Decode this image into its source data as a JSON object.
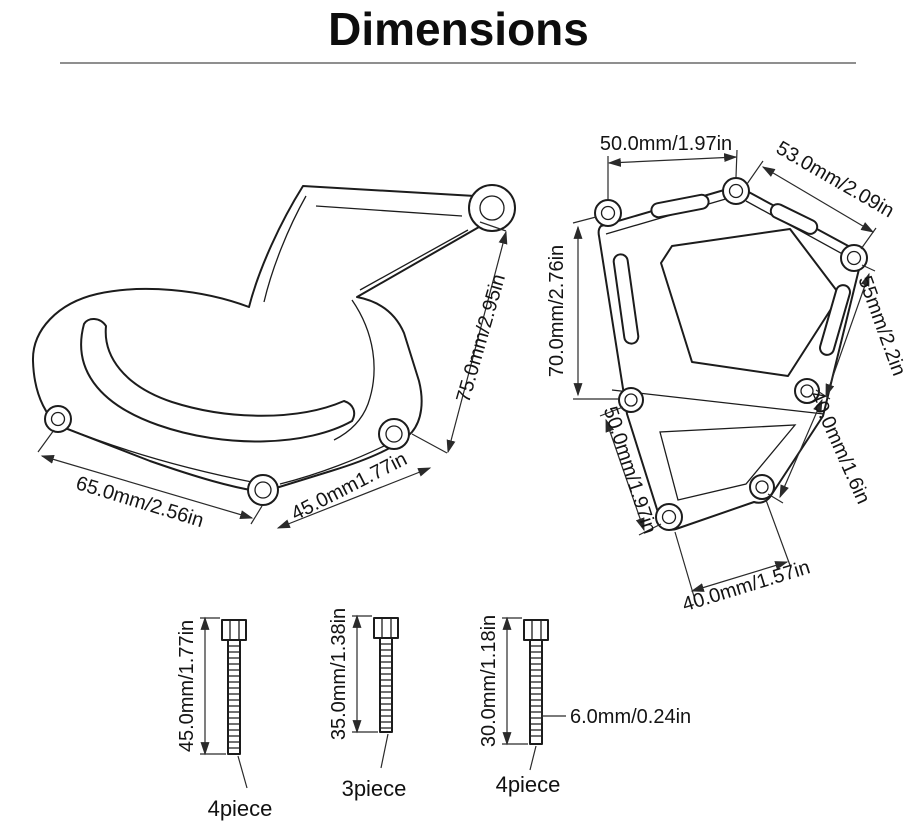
{
  "title": "Dimensions",
  "cover": {
    "dim_width": "65.0mm/2.56in",
    "dim_mount": "45.0mm1.77in",
    "dim_height": "75.0mm/2.95in"
  },
  "plate": {
    "dim_top": "50.0mm/1.97in",
    "dim_top_right": "53.0mm/2.09in",
    "dim_right_upper": "55mm/2.2in",
    "dim_right_lower": "40.0mm/1.6in",
    "dim_left": "70.0mm/2.76in",
    "dim_lower_left": "50.0mm/1.97in",
    "dim_bottom": "40.0mm/1.57in"
  },
  "screws": [
    {
      "length": "45.0mm/1.77in",
      "qty": "4piece"
    },
    {
      "length": "35.0mm/1.38in",
      "qty": "3piece"
    },
    {
      "length": "30.0mm/1.18in",
      "qty": "4piece"
    }
  ],
  "screw_diameter": "6.0mm/0.24in"
}
